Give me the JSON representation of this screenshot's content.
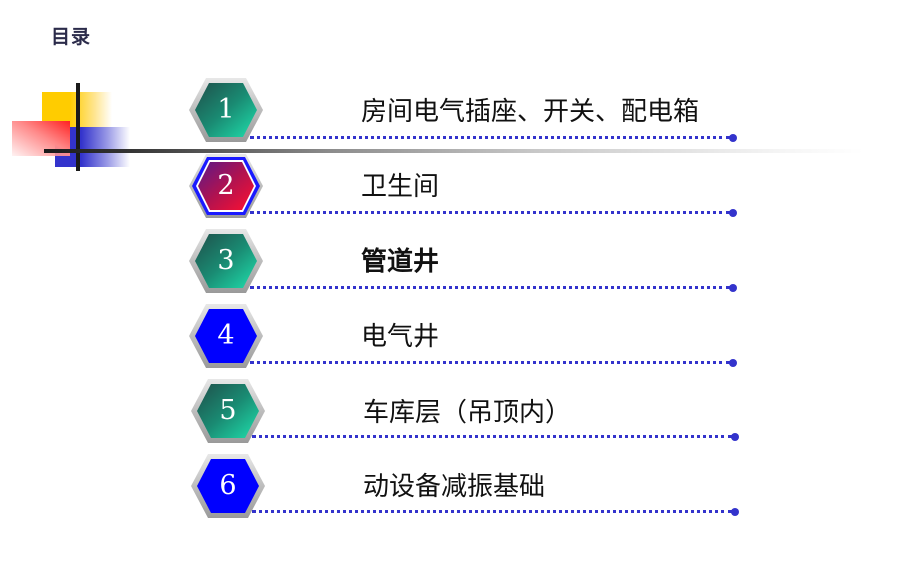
{
  "slide": {
    "title": "目录"
  },
  "colors": {
    "teal_start": "#1f5e57",
    "teal_end": "#1fd6a6",
    "crimson_start": "#6a1a8a",
    "crimson_end": "#ff1a3c",
    "blue": "#0000ff",
    "frame_gray": "#c8c8c8",
    "dot_line": "#3333cc"
  },
  "toc": {
    "items": [
      {
        "number": "1",
        "label": "房间电气插座、开关、配电箱",
        "style": "teal"
      },
      {
        "number": "2",
        "label": "卫生间",
        "style": "crimson"
      },
      {
        "number": "3",
        "label": "管道井",
        "style": "teal"
      },
      {
        "number": "4",
        "label": "电气井",
        "style": "blue"
      },
      {
        "number": "5",
        "label": "车库层（吊顶内）",
        "style": "teal"
      },
      {
        "number": "6",
        "label": "动设备减振基础",
        "style": "blue"
      }
    ]
  }
}
